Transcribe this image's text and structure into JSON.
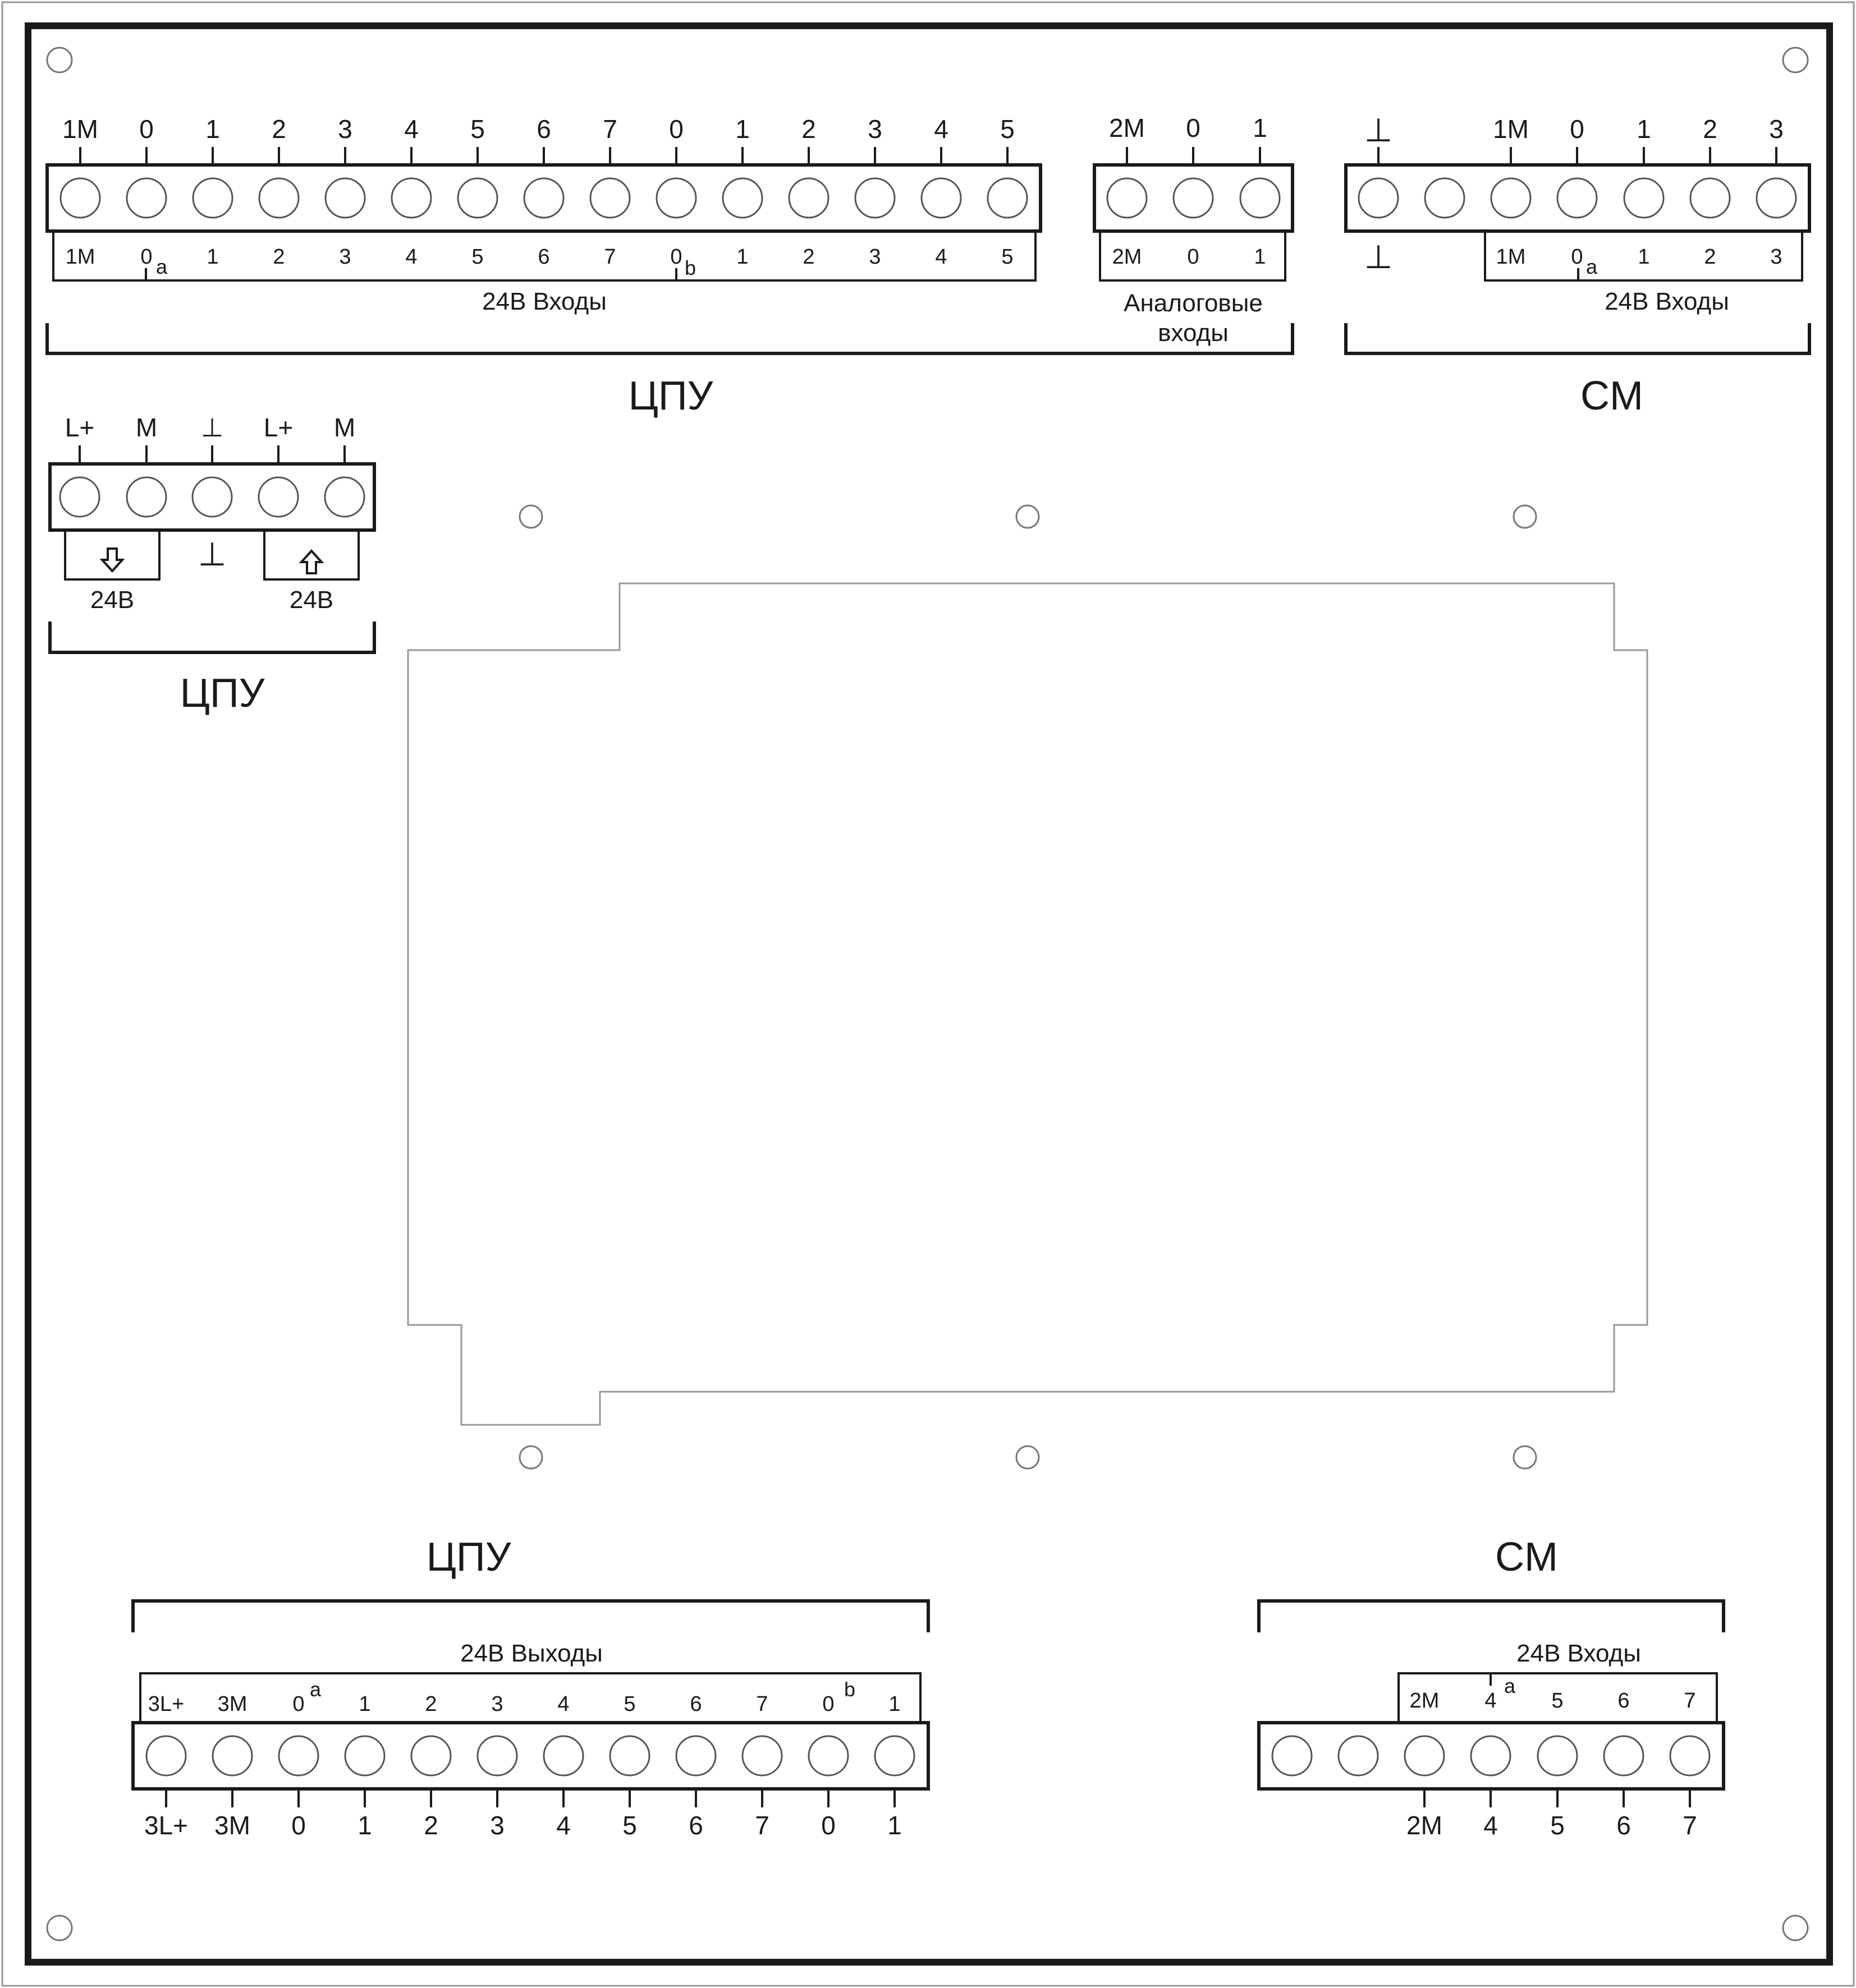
{
  "colors": {
    "ink": "#1a1a1a",
    "terminal": "#555555",
    "cutout": "#999999"
  },
  "top_cpu_inputs": {
    "top_labels": [
      "1M",
      "0",
      "1",
      "2",
      "3",
      "4",
      "5",
      "6",
      "7",
      "0",
      "1",
      "2",
      "3",
      "4",
      "5"
    ],
    "inner_labels": [
      "1M",
      "0",
      "1",
      "2",
      "3",
      "4",
      "5",
      "6",
      "7",
      "0",
      "1",
      "2",
      "3",
      "4",
      "5"
    ],
    "sub_a": "a",
    "sub_b": "b",
    "caption": "24В Входы"
  },
  "top_analog": {
    "top_labels": [
      "2M",
      "0",
      "1"
    ],
    "inner_labels": [
      "2M",
      "0",
      "1"
    ],
    "caption_line1": "Аналоговые",
    "caption_line2": "входы"
  },
  "top_cpu_group": "ЦПУ",
  "top_cm_inputs": {
    "ground_symbol": "⊥",
    "top_labels": [
      "1M",
      "0",
      "1",
      "2",
      "3"
    ],
    "inner_labels": [
      "1M",
      "0",
      "1",
      "2",
      "3"
    ],
    "sub_a": "a",
    "caption": "24В Входы"
  },
  "top_cm_group": "CM",
  "power": {
    "top_labels": [
      "L+",
      "M",
      "⊥",
      "L+",
      "M"
    ],
    "ground_symbol": "⊥",
    "left_caption": "24В",
    "right_caption": "24В",
    "group": "ЦПУ"
  },
  "bottom_cpu_outputs": {
    "group": "ЦПУ",
    "caption": "24В Выходы",
    "inner_labels": [
      "3L+",
      "3M",
      "0",
      "1",
      "2",
      "3",
      "4",
      "5",
      "6",
      "7",
      "0",
      "1"
    ],
    "bottom_labels": [
      "3L+",
      "3M",
      "0",
      "1",
      "2",
      "3",
      "4",
      "5",
      "6",
      "7",
      "0",
      "1"
    ],
    "sup_a": "a",
    "sup_b": "b"
  },
  "bottom_cm_inputs": {
    "group": "CM",
    "caption": "24В Входы",
    "inner_labels": [
      "2M",
      "4",
      "5",
      "6",
      "7"
    ],
    "bottom_labels": [
      "2M",
      "4",
      "5",
      "6",
      "7"
    ],
    "sup_a": "a"
  }
}
